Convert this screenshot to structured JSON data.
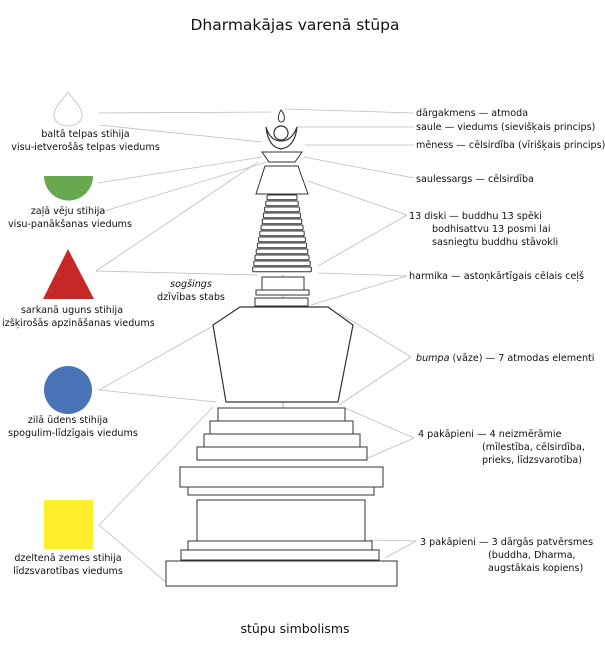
{
  "title": "Dharmakājas varenā stūpa",
  "caption": "stūpu simbolisms",
  "elements": [
    {
      "shape": "drop",
      "color": "#ffffff",
      "line1": "baltā telpas stihija",
      "line2": "visu-ietverošās telpas viedums"
    },
    {
      "shape": "half-circle",
      "color": "#6aa84f",
      "line1": "zaļā vēju stihija",
      "line2": "visu-panākšanas viedums"
    },
    {
      "shape": "triangle",
      "color": "#c62828",
      "line1": "sarkanā uguns stihija",
      "line2": "izšķirošās apzināšanas viedums"
    },
    {
      "shape": "circle",
      "color": "#4a74b8",
      "line1": "zilā ūdens stihija",
      "line2": "spogulim-līdzīgais viedums"
    },
    {
      "shape": "square",
      "color": "#ffee2e",
      "line1": "dzeltenā zemes stihija",
      "line2": "līdzsvarotības viedums"
    }
  ],
  "parts": {
    "jewel": "dārgakmens — atmoda",
    "sun": "saule — viedums (sievišķais princips)",
    "moon": "mēness — cēlsirdība (vīrišķais princips)",
    "umbrella": "saulessargs — cēlsirdība",
    "discs": [
      "13 diski — buddhu 13 spēki",
      "bodhisattvu 13 posmi lai",
      "sasniegtu buddhu stāvokli"
    ],
    "harmika": "harmika — astoņkārtīgais cēlais ceļš",
    "sogshing_italic": "sogšings",
    "sogshing_rest": "dzīvības stabs",
    "bumpa_italic": "bumpa",
    "bumpa_rest": " (vāze) — 7 atmodas elementi",
    "steps4": [
      "4 pakāpieni — 4 neizmērāmie",
      "(mīlestība, cēlsirdība,",
      "prieks, līdzsvarotība)"
    ],
    "steps3": [
      "3 pakāpieni — 3 dārgās patvērsmes",
      "(buddha, Dharma,",
      "augstākais kopiens)"
    ]
  }
}
